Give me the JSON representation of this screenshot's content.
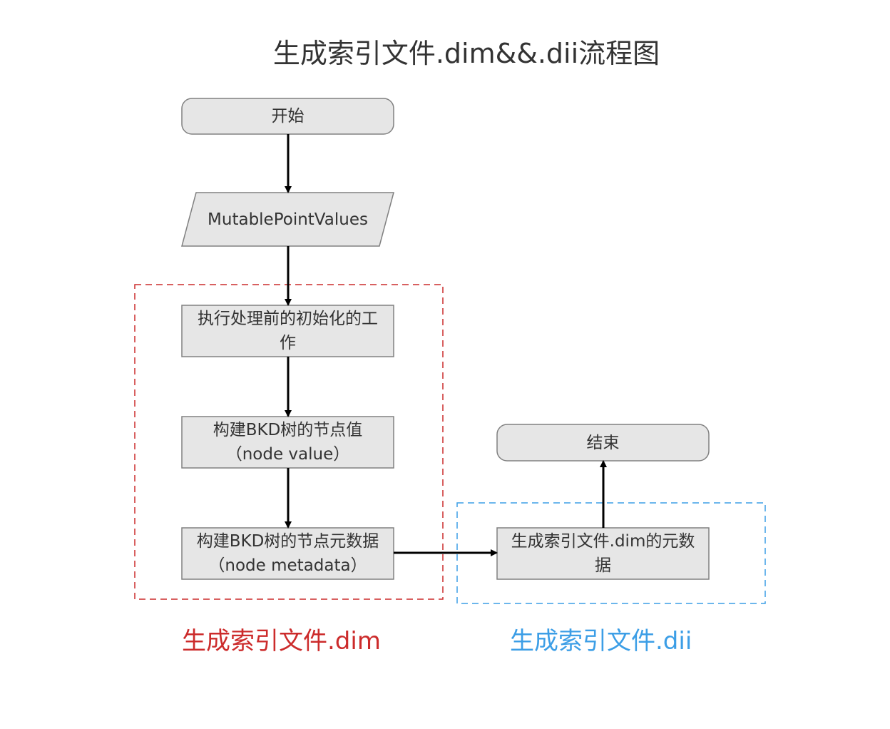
{
  "title": "生成索引文件.dim&&.dii流程图",
  "nodes": {
    "start": {
      "label": "开始"
    },
    "input": {
      "label": "MutablePointValues"
    },
    "init": {
      "line1": "执行处理前的初始化的工",
      "line2": "作"
    },
    "node_value": {
      "line1": "构建BKD树的节点值",
      "line2": "（node value）"
    },
    "node_metadata": {
      "line1": "构建BKD树的节点元数据",
      "line2": "（node metadata）"
    },
    "dim_meta": {
      "line1": "生成索引文件.dim的元数",
      "line2": "据"
    },
    "end": {
      "label": "结束"
    }
  },
  "groups": {
    "dim": {
      "label": "生成索引文件.dim",
      "color": "#cc2b2b"
    },
    "dii": {
      "label": "生成索引文件.dii",
      "color": "#3c9ee6"
    }
  },
  "colors": {
    "node_fill": "#e6e6e6",
    "node_stroke": "#808080",
    "arrow": "#000000"
  }
}
